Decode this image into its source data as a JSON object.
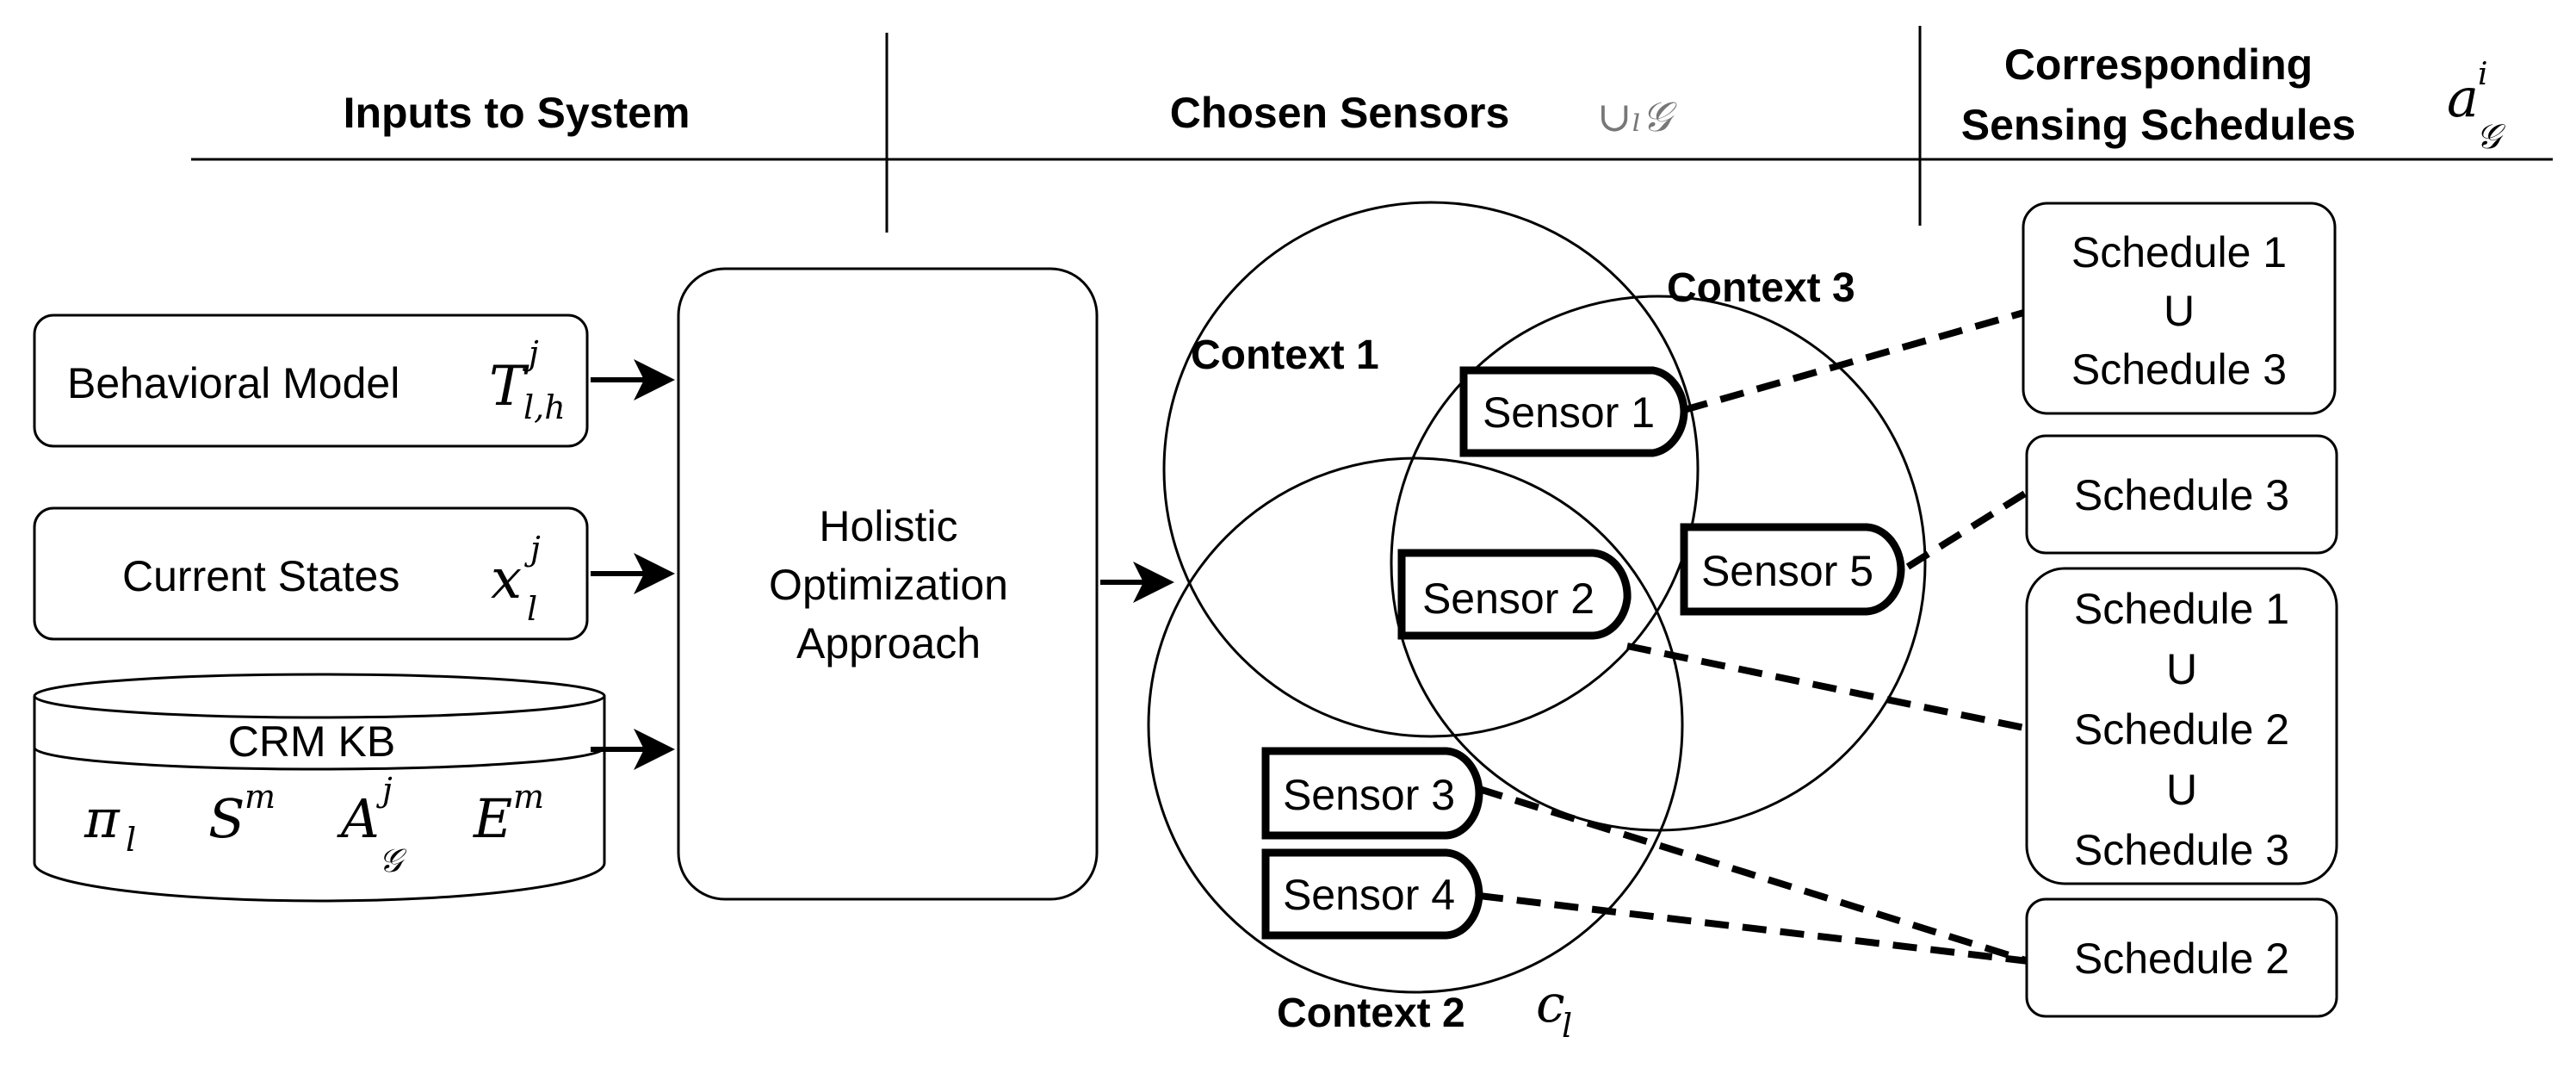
{
  "headers": {
    "inputs": "Inputs to System",
    "chosen": "Chosen Sensors",
    "chosen_symbol": "∪ₗ𝒢",
    "schedules_line1": "Corresponding",
    "schedules_line2": "Sensing Schedules",
    "schedules_symbol": "a",
    "schedules_sup": "i",
    "schedules_sub": "𝒢"
  },
  "inputs": {
    "behavioral": {
      "label": "Behavioral Model",
      "sym": "T",
      "sup": "j",
      "sub": "l,h"
    },
    "current": {
      "label": "Current States",
      "sym": "x",
      "sup": "j",
      "sub": "l"
    },
    "kb": {
      "label": "CRM KB",
      "symbols": [
        {
          "sym": "π",
          "sup": "",
          "sub": "l"
        },
        {
          "sym": "S",
          "sup": "m",
          "sub": ""
        },
        {
          "sym": "A",
          "sup": "j",
          "sub": "𝒢"
        },
        {
          "sym": "E",
          "sup": "m",
          "sub": ""
        }
      ]
    }
  },
  "optimizer": {
    "line1": "Holistic",
    "line2": "Optimization",
    "line3": "Approach"
  },
  "contexts": {
    "c1": "Context 1",
    "c2": "Context 2",
    "c3": "Context 3",
    "c2_symbol": "c",
    "c2_symbol_sub": "l"
  },
  "sensors": {
    "s1": "Sensor 1",
    "s2": "Sensor 2",
    "s3": "Sensor 3",
    "s4": "Sensor 4",
    "s5": "Sensor 5"
  },
  "schedules": {
    "box1": [
      "Schedule 1",
      "U",
      "Schedule 3"
    ],
    "box2": [
      "Schedule 3"
    ],
    "box3": [
      "Schedule 1",
      "U",
      "Schedule 2",
      "U",
      "Schedule 3"
    ],
    "box4": [
      "Schedule 2"
    ]
  }
}
